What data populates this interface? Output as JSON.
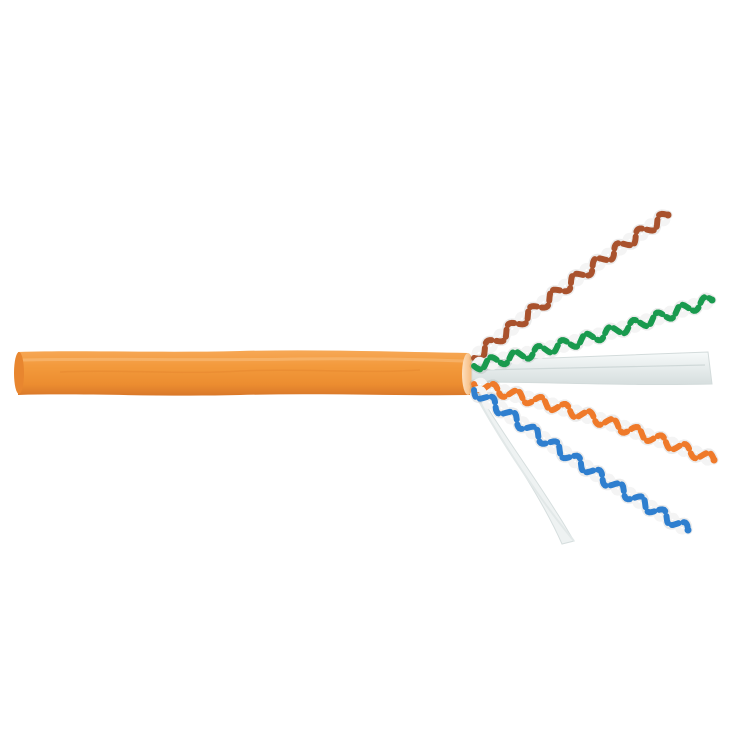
{
  "image": {
    "subject": "cable",
    "background_color": "#ffffff"
  },
  "colors": {
    "jacket": "#f39a3c",
    "jacket_shadow": "#d9782a",
    "jacket_highlight": "#f8b25f",
    "pair_brown": "#a9532e",
    "pair_green": "#1a9a4f",
    "pair_orange": "#ef7a2b",
    "pair_blue": "#2f7fcf",
    "pair_white": "#f4f4f4",
    "separator": "#e9eeee",
    "ripcord": "#eef2f2"
  },
  "pairs": [
    {
      "name": "brown",
      "color_key": "pair_brown"
    },
    {
      "name": "green",
      "color_key": "pair_green"
    },
    {
      "name": "orange",
      "color_key": "pair_orange"
    },
    {
      "name": "blue",
      "color_key": "pair_blue"
    }
  ]
}
